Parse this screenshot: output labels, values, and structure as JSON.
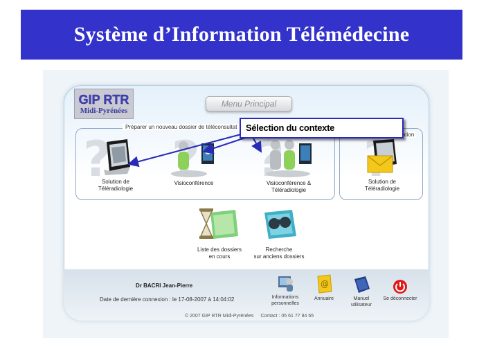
{
  "slide": {
    "title": "Système d’Information Télémédecine"
  },
  "logo": {
    "main": "GIP RTR",
    "sub": "Midi-Pyrénées"
  },
  "menu": {
    "label": "Menu Principal"
  },
  "groups": {
    "left_label": "Préparer un nouveau dossier de téléconsultat",
    "right_label": "ation"
  },
  "callout": {
    "text": "Sélection du contexte"
  },
  "tiles": {
    "teleradiologie": "Solution de\nTéléradiologie",
    "visio": "Visioconférence",
    "visio_teleradio": "Visioconférence &\nTéléradiologie",
    "messagerie": "Solution de\nTéléradiologie",
    "liste_dossiers": "Liste des dossiers\nen cours",
    "recherche": "Recherche\nsur anciens dossiers"
  },
  "user": {
    "name": "Dr BACRI Jean-Pierre",
    "last_login": "Date de dernière connexion :  le 17-08-2007 à 14:04:02"
  },
  "footer_buttons": {
    "infos": "Informations\npersonnelles",
    "annuaire": "Annuaire",
    "manuel": "Manuel\nutilisateur",
    "deconnecter": "Se déconnecter"
  },
  "copyright": {
    "text": "© 2007 GIP RTR Midi-Pyrénées",
    "contact": "Contact : 05 61 77 84 65"
  },
  "colors": {
    "banner": "#3333cc",
    "arrow": "#2a2ab8",
    "group_border": "#8fa9c8"
  },
  "icons": [
    "monitor-icon",
    "person-icon",
    "person-pair-icon",
    "envelope-icon",
    "hourglass-folder-icon",
    "binoculars-folder-icon",
    "user-computer-icon",
    "address-book-icon",
    "manual-icon",
    "power-icon"
  ]
}
